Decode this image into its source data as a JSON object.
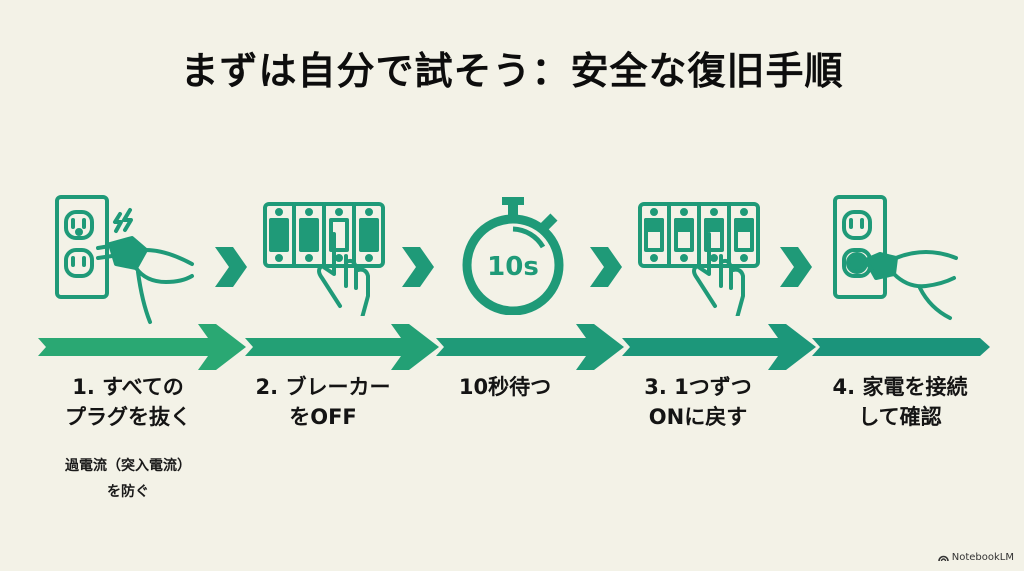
{
  "title": "まずは自分で試そう：安全な復旧手順",
  "accent_color": "#1f9a78",
  "steps": [
    {
      "label_line1": "1. すべての",
      "label_line2": "プラグを抜く",
      "note_line1": "過電流（突入電流）",
      "note_line2": "を防ぐ",
      "icon": "unplug-outlet-icon"
    },
    {
      "label_line1": "2. ブレーカー",
      "label_line2": "をOFF",
      "icon": "breaker-off-icon"
    },
    {
      "label_line1": "10秒待つ",
      "label_line2": "",
      "icon": "stopwatch-icon",
      "timer_text": "10s"
    },
    {
      "label_line1": "3. 1つずつ",
      "label_line2": "ONに戻す",
      "icon": "breaker-on-icon"
    },
    {
      "label_line1": "4. 家電を接続",
      "label_line2": "して確認",
      "icon": "plug-in-outlet-icon"
    }
  ],
  "watermark": "NotebookLM"
}
